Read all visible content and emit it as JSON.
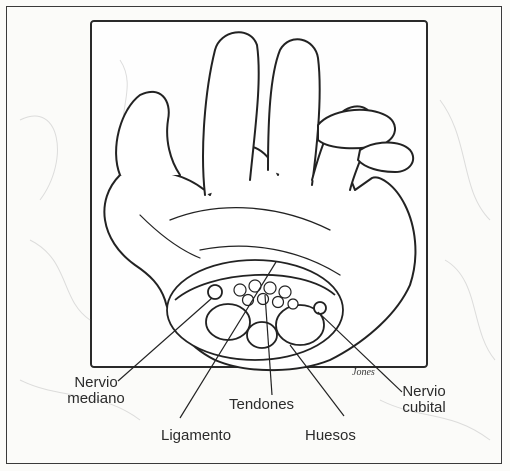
{
  "labels": {
    "nervio_mediano_l1": "Nervio",
    "nervio_mediano_l2": "mediano",
    "tendones": "Tendones",
    "nervio_cubital_l1": "Nervio",
    "nervio_cubital_l2": "cubital",
    "ligamento": "Ligamento",
    "huesos": "Huesos"
  },
  "signature": "Jones",
  "colors": {
    "ink": "#2b2b2b",
    "paper": "#fbfbf9"
  }
}
